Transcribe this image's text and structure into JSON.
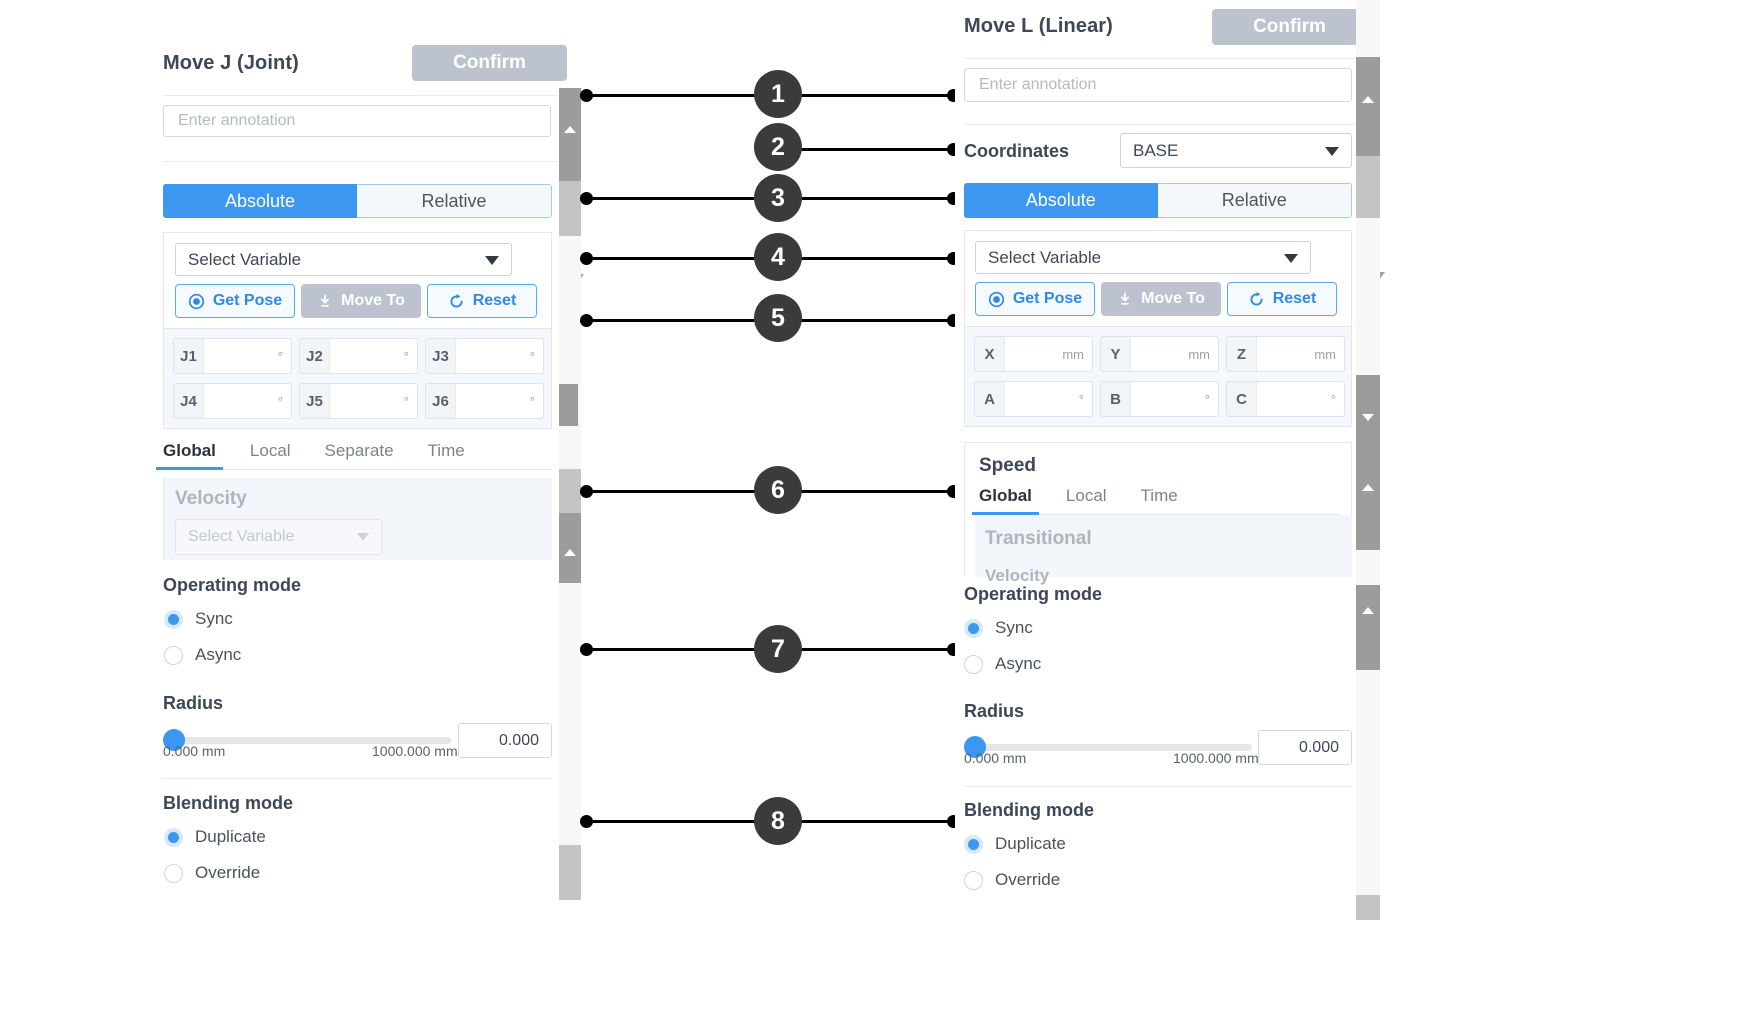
{
  "left_panel": {
    "title": "Move J (Joint)",
    "confirm_label": "Confirm",
    "annotation_placeholder": "Enter annotation",
    "mode_tabs": {
      "absolute": "Absolute",
      "relative": "Relative"
    },
    "variable_select": "Select Variable",
    "buttons": {
      "get_pose": "Get Pose",
      "move_to": "Move To",
      "reset": "Reset"
    },
    "joint_fields": [
      {
        "key": "J1",
        "value": "",
        "unit": "°"
      },
      {
        "key": "J2",
        "value": "",
        "unit": "°"
      },
      {
        "key": "J3",
        "value": "",
        "unit": "°"
      },
      {
        "key": "J4",
        "value": "",
        "unit": "°"
      },
      {
        "key": "J5",
        "value": "",
        "unit": "°"
      },
      {
        "key": "J6",
        "value": "",
        "unit": "°"
      }
    ],
    "speed_tabs": [
      "Global",
      "Local",
      "Separate",
      "Time"
    ],
    "speed_tab_active": "Global",
    "velocity_label": "Velocity",
    "velocity_select": "Select Variable",
    "operating_mode": {
      "label": "Operating mode",
      "options": [
        "Sync",
        "Async"
      ],
      "selected": "Sync"
    },
    "radius": {
      "label": "Radius",
      "min_label": "0.000 mm",
      "max_label": "1000.000 mm",
      "value": "0.000"
    },
    "blending_mode": {
      "label": "Blending mode",
      "options": [
        "Duplicate",
        "Override"
      ],
      "selected": "Duplicate"
    }
  },
  "right_panel": {
    "title": "Move L (Linear)",
    "confirm_label": "Confirm",
    "annotation_placeholder": "Enter annotation",
    "coordinates": {
      "label": "Coordinates",
      "value": "BASE"
    },
    "mode_tabs": {
      "absolute": "Absolute",
      "relative": "Relative"
    },
    "variable_select": "Select Variable",
    "buttons": {
      "get_pose": "Get Pose",
      "move_to": "Move To",
      "reset": "Reset"
    },
    "pose_fields": [
      {
        "key": "X",
        "value": "",
        "unit": "mm"
      },
      {
        "key": "Y",
        "value": "",
        "unit": "mm"
      },
      {
        "key": "Z",
        "value": "",
        "unit": "mm"
      },
      {
        "key": "A",
        "value": "",
        "unit": "°"
      },
      {
        "key": "B",
        "value": "",
        "unit": "°"
      },
      {
        "key": "C",
        "value": "",
        "unit": "°"
      }
    ],
    "speed_card_title": "Speed",
    "speed_tabs": [
      "Global",
      "Local",
      "Time"
    ],
    "speed_tab_active": "Global",
    "transitional_label": "Transitional",
    "transitional_sub_label": "Velocity",
    "operating_mode": {
      "label": "Operating mode",
      "options": [
        "Sync",
        "Async"
      ],
      "selected": "Sync"
    },
    "radius": {
      "label": "Radius",
      "min_label": "0.000 mm",
      "max_label": "1000.000 mm",
      "value": "0.000"
    },
    "blending_mode": {
      "label": "Blending mode",
      "options": [
        "Duplicate",
        "Override"
      ],
      "selected": "Duplicate"
    }
  },
  "callouts": [
    {
      "number": "1"
    },
    {
      "number": "2"
    },
    {
      "number": "3"
    },
    {
      "number": "4"
    },
    {
      "number": "5"
    },
    {
      "number": "6"
    },
    {
      "number": "7"
    },
    {
      "number": "8"
    }
  ],
  "colors": {
    "accent": "#3b97ef",
    "confirm_disabled": "#bcc2ce",
    "callout": "#3b3b3b",
    "text_primary": "#3d4757"
  }
}
